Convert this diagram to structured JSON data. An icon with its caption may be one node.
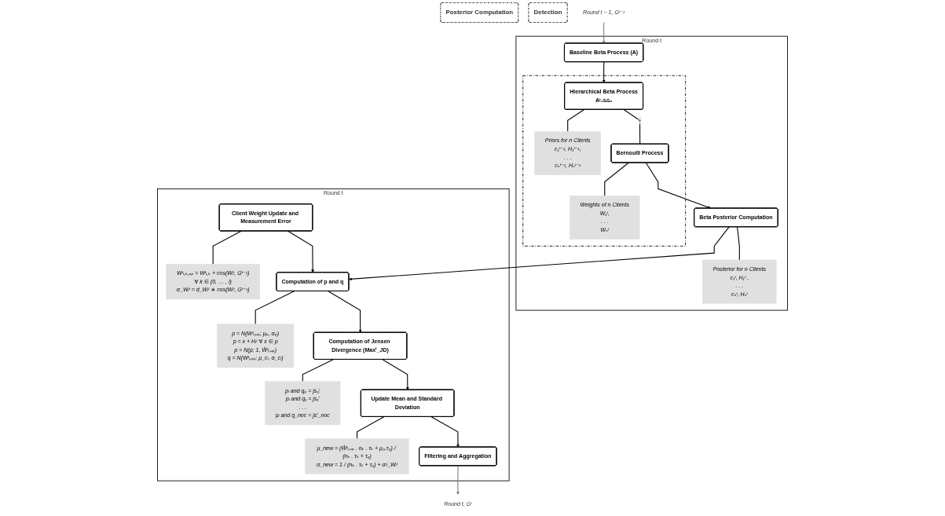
{
  "diagram": {
    "nodes": [
      {
        "text": [
          "Round t"
        ]
      },
      {
        "text": [
          "Baseline Beta Process (A)"
        ],
        "in": 0
      },
      {
        "text": [],
        "shape": "box",
        "in": 0
      },
      {
        "text": [
          "Hierarchical Beta Process",
          "Aᵗ₁≤ᵢ≤ₙ"
        ],
        "in": 2
      },
      {
        "text": [
          "Priors for n Clients",
          "c₁ᵗ⁻¹, H₁ᵗ⁻¹,",
          ". . .",
          "cₙᵗ⁻¹, Hₙᵗ⁻¹"
        ],
        "in": 2
      },
      {
        "text": [
          "Bernoulli Process"
        ],
        "in": 2
      },
      {
        "text": [
          "Weights of n Clients",
          "W₁ᵗ,",
          ". . .",
          "Wₙᵗ"
        ],
        "in": 2
      },
      {
        "text": [
          "Beta Posterior Computation"
        ],
        "in": 0
      },
      {
        "text": [
          "Posterior for n Clients",
          "c₁ᵗ, H₁ᵗ ,",
          ". . .",
          "cₙᵗ, Hₙᵗ"
        ],
        "in": 0
      },
      {
        "text": [
          "Posterior Computation"
        ]
      },
      {
        "text": [
          "Round t"
        ]
      },
      {
        "text": [
          "Client Weight Update and Measurement Error"
        ],
        "in": 10
      },
      {
        "text": [
          "Wᵗᵢ,ₖ,ᵤₚ = Wᵗᵢ,ₖ + cos(Wᵢᵗ, Gᵗ⁻¹)",
          "∀ k ∈ (0, … , l)",
          "σ_Wᵢᵗ = d_Wᵢᵗ ∗ cos(Wᵢᵗ, Gᵗ⁻¹)"
        ],
        "in": 10
      },
      {
        "text": [
          "Computation of p and q"
        ],
        "in": 10
      },
      {
        "text": [
          "p = N(Wᵗᵢ,ᵤₚ; μₚ, σₚ)",
          "p = x + Hᵢᵗ ∀ x ∈ p",
          "p = N(p; 1, W̄ᵗᵢ,ᵤₚ)",
          "q = N(Wᵗᵢ,ᵤₚ; μ_cₗ, σ_cₗ)"
        ],
        "in": 10
      },
      {
        "text": [
          "Computation of Jensen Divergence (Maxⁱ_JD)"
        ],
        "in": 10
      },
      {
        "text": [
          "pᵢ and q₀ = js₀ⁱ",
          "pᵢ and q₁ = js₁ⁱ",
          ". . .",
          "pᵢ and q_noc = jsⁱ_noc"
        ],
        "in": 10
      },
      {
        "text": [
          "Update Mean and Standard Deviation"
        ],
        "in": 10
      },
      {
        "text": [
          "μ_new = (W̄ᵗᵢ,ᵤₚ . nₖ . τₖ + μ₀.τ₀) / (nₖ . τₖ + τ₀)",
          "σ_new = 1 / (nₖ . τₖ + τ₀) + σ²_Wᵢᵗ"
        ],
        "in": 10
      },
      {
        "text": [
          "Filtering and Aggregation"
        ],
        "in": 10
      },
      {
        "text": [
          "Detection"
        ]
      },
      {
        "text": [
          "Round t − 1, Gᵗ⁻¹"
        ]
      },
      {
        "text": [
          "Round t, Gᵗ"
        ]
      }
    ],
    "edges": [
      {
        "from": 21,
        "to": 1,
        "arrow": "to",
        "color": "#808080"
      },
      {
        "from": 1,
        "to": 3,
        "arrow": "to"
      },
      {
        "from": 3,
        "to": 5,
        "arrow": "none",
        "label": "+"
      },
      {
        "from": 5,
        "to": 7,
        "arrow": "to"
      },
      {
        "from": 3,
        "to": 4,
        "arrow": "none"
      },
      {
        "from": 5,
        "to": 6,
        "arrow": "none"
      },
      {
        "from": 7,
        "to": 8,
        "arrow": "none"
      },
      {
        "from": 7,
        "to": 13,
        "arrow": "to"
      },
      {
        "from": 11,
        "to": 13,
        "arrow": "to"
      },
      {
        "from": 13,
        "to": 15,
        "arrow": "to"
      },
      {
        "from": 15,
        "to": 17,
        "arrow": "to"
      },
      {
        "from": 17,
        "to": 19,
        "arrow": "to"
      },
      {
        "from": 11,
        "to": 12,
        "arrow": "none"
      },
      {
        "from": 13,
        "to": 14,
        "arrow": "none"
      },
      {
        "from": 15,
        "to": 16,
        "arrow": "none"
      },
      {
        "from": 17,
        "to": 18,
        "arrow": "none"
      },
      {
        "from": 19,
        "to": 22,
        "arrow": "to",
        "color": "#808080"
      }
    ]
  }
}
